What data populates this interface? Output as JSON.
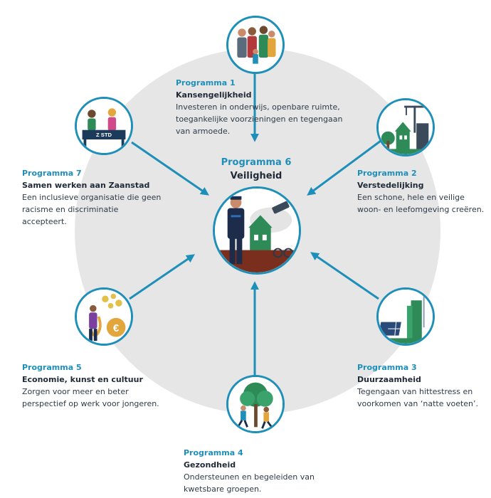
{
  "center": {
    "program": "Programma 6",
    "title": "Veiligheid"
  },
  "programs": [
    {
      "program": "Programma 1",
      "title": "Kansengelijkheid",
      "desc": [
        "Investeren in onderwijs, openbare ruimte,",
        "toegankelijke voorzieningen en tegengaan",
        "van armoede."
      ],
      "icon": "family-icon"
    },
    {
      "program": "Programma 2",
      "title": "Verstedelijking",
      "desc": [
        "Een schone, hele en veilige",
        "woon- en leefomgeving creëren."
      ],
      "icon": "city-construction-icon"
    },
    {
      "program": "Programma 3",
      "title": "Duurzaamheid",
      "desc": [
        "Tegengaan van hittestress en",
        "voorkomen van ‘natte voeten’."
      ],
      "icon": "solar-wind-icon"
    },
    {
      "program": "Programma 4",
      "title": "Gezondheid",
      "desc": [
        "Ondersteunen en begeleiden van",
        "kwetsbare groepen."
      ],
      "icon": "tree-runners-icon"
    },
    {
      "program": "Programma 5",
      "title": "Economie, kunst en cultuur",
      "desc": [
        "Zorgen voor meer en beter",
        "perspectief op werk voor jongeren."
      ],
      "icon": "saxophone-euro-icon"
    },
    {
      "program": "Programma 7",
      "title": "Samen werken aan Zaanstad",
      "desc": [
        "Een inclusieve organisatie die geen",
        "racisme en discriminatie",
        "accepteert."
      ],
      "icon": "service-desk-icon"
    }
  ],
  "desk_text": "Z STD",
  "colors": {
    "accent": "#1e8fb8",
    "background_circle": "#e6e6e7",
    "text": "#1f2a36"
  }
}
